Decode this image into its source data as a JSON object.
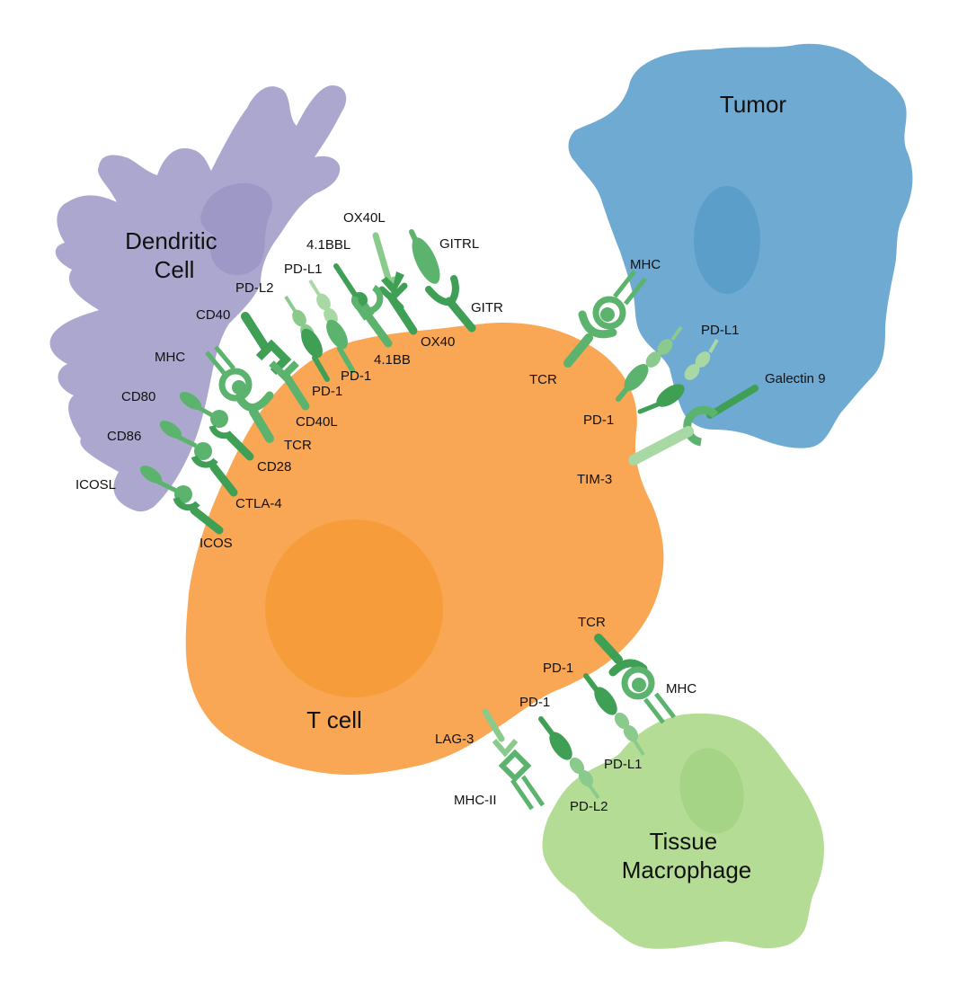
{
  "colors": {
    "dendritic": "#aca7cf",
    "dendritic_nucleus": "#9d98c6",
    "tumor": "#6faad2",
    "tumor_nucleus": "#5b9ec9",
    "tcell": "#f9a754",
    "tcell_nucleus": "#f79c3b",
    "macrophage": "#b4dc95",
    "macrophage_nucleus": "#a5d486",
    "receptor_dark": "#3f9f55",
    "receptor_mid": "#5cb36d",
    "receptor_light": "#8acb8d",
    "receptor_pale": "#a8d9a4"
  },
  "cells": {
    "dendritic": "Dendritic\nCell",
    "tumor": "Tumor",
    "tcell": "T cell",
    "macrophage": "Tissue\nMacrophage"
  },
  "dc_labels": {
    "ox40l": "OX40L",
    "gitrl": "GITRL",
    "bbl": "4.1BBL",
    "pdl1": "PD-L1",
    "pdl2": "PD-L2",
    "cd40": "CD40",
    "gitr": "GITR",
    "ox40": "OX40",
    "bb": "4.1BB",
    "pd1_a": "PD-1",
    "pd1_b": "PD-1",
    "mhc": "MHC",
    "cd40l": "CD40L",
    "cd80": "CD80",
    "tcr": "TCR",
    "cd86": "CD86",
    "cd28": "CD28",
    "icosl": "ICOSL",
    "ctla4": "CTLA-4",
    "icos": "ICOS"
  },
  "tumor_labels": {
    "mhc": "MHC",
    "pdl1": "PD-L1",
    "tcr": "TCR",
    "galectin9": "Galectin 9",
    "pd1": "PD-1",
    "tim3": "TIM-3"
  },
  "mac_labels": {
    "tcr": "TCR",
    "pd1_a": "PD-1",
    "mhc": "MHC",
    "pd1_b": "PD-1",
    "lag3": "LAG-3",
    "pdl1": "PD-L1",
    "mhcii": "MHC-II",
    "pdl2": "PD-L2"
  }
}
